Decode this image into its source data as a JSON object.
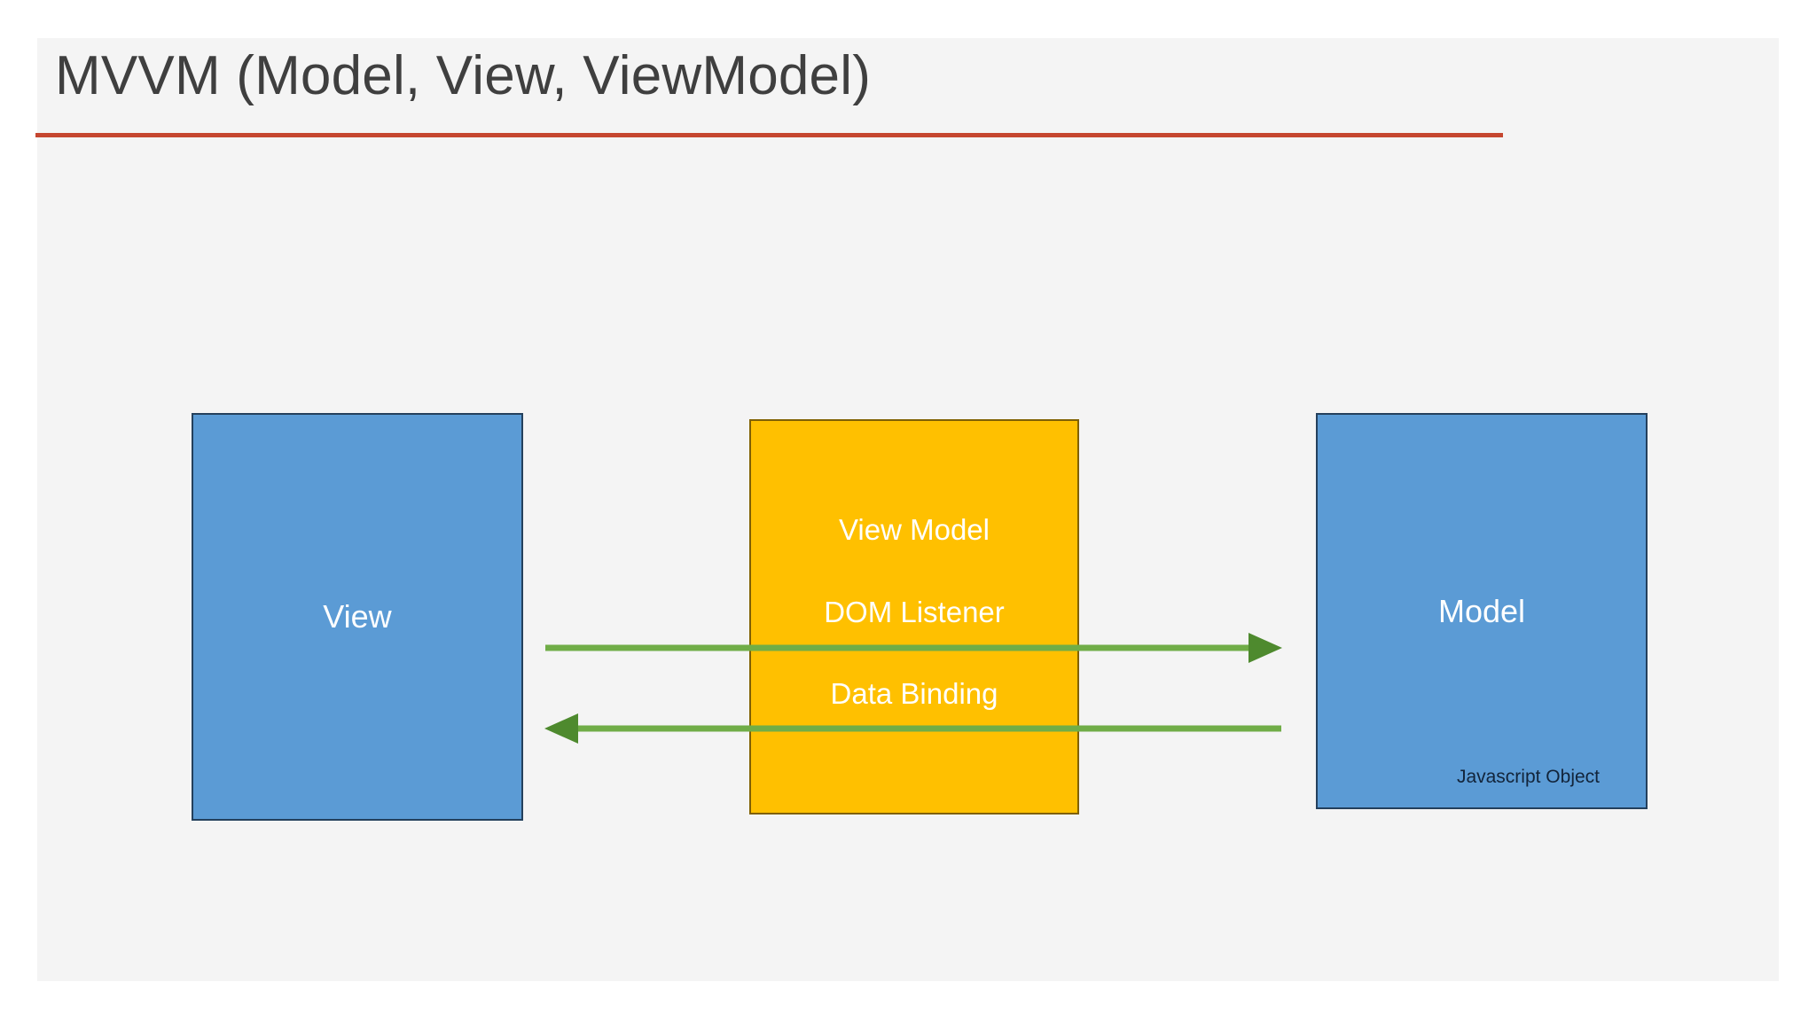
{
  "slide": {
    "title": "MVVM (Model, View, ViewModel)",
    "background_color": "#f4f4f4",
    "page_color": "#ffffff",
    "title_color": "#3f3f3f",
    "title_rule_color": "#c5462f"
  },
  "diagram": {
    "type": "three-box-flow",
    "boxes": [
      {
        "id": "view",
        "label": "View",
        "fill": "#5b9bd5",
        "border": "#24405c",
        "text_color": "#ffffff"
      },
      {
        "id": "viewmodel",
        "label": "View Model",
        "lines": [
          "View Model",
          "DOM Listener",
          "Data Binding"
        ],
        "fill": "#ffc000",
        "border": "#7f6000",
        "text_color": "#ffffff"
      },
      {
        "id": "model",
        "label": "Model",
        "sublabel": "Javascript Object",
        "fill": "#5b9bd5",
        "border": "#24405c",
        "text_color": "#ffffff",
        "sublabel_color": "#12243a"
      }
    ],
    "arrows": [
      {
        "id": "view-to-model",
        "direction": "right",
        "from": "View",
        "to": "Model",
        "via": "DOM Listener",
        "color": "#70ad47"
      },
      {
        "id": "model-to-view",
        "direction": "left",
        "from": "Model",
        "to": "View",
        "via": "Data Binding",
        "color": "#70ad47"
      }
    ]
  }
}
